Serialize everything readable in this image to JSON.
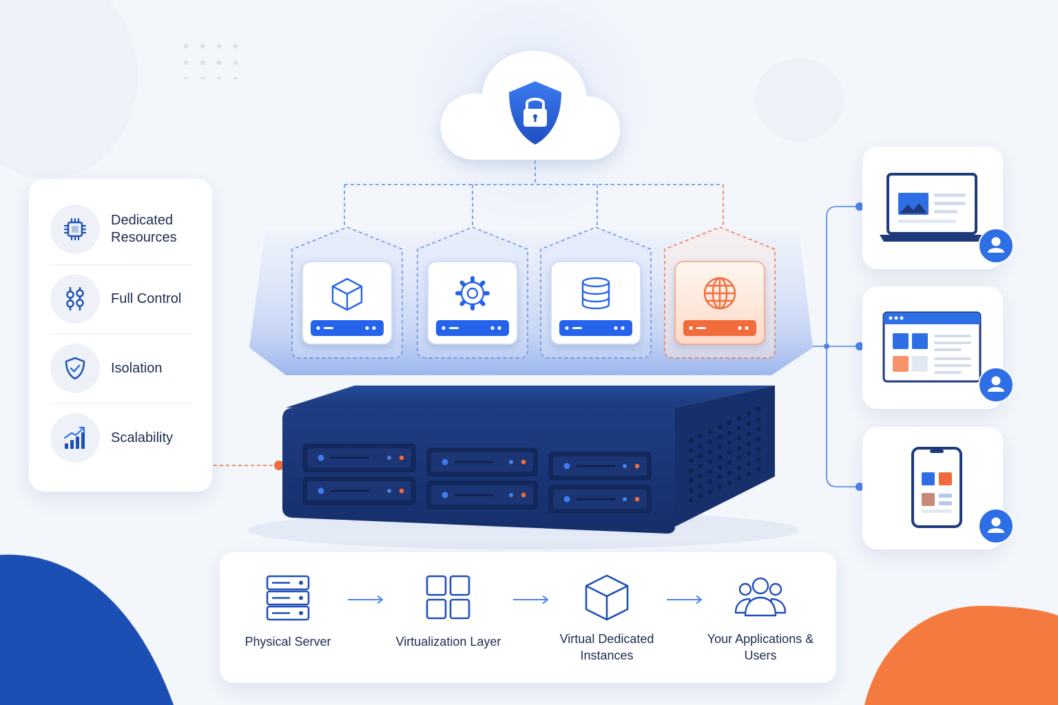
{
  "features": [
    {
      "label": "Dedicated Resources",
      "icon": "cpu-chip-icon"
    },
    {
      "label": "Full Control",
      "icon": "sliders-icon"
    },
    {
      "label": "Isolation",
      "icon": "shield-check-icon"
    },
    {
      "label": "Scalability",
      "icon": "bar-chart-growth-icon"
    }
  ],
  "flow": [
    {
      "label": "Physical Server",
      "icon": "server-stack-icon"
    },
    {
      "label": "Virtualization Layer",
      "icon": "grid-squares-icon"
    },
    {
      "label": "Virtual Dedicated Instances",
      "icon": "cube-icon"
    },
    {
      "label": "Your Applications & Users",
      "icon": "users-group-icon"
    }
  ],
  "instances": [
    {
      "icon": "cube-icon",
      "accent": "#2563eb"
    },
    {
      "icon": "gear-icon",
      "accent": "#2563eb"
    },
    {
      "icon": "database-icon",
      "accent": "#2563eb"
    },
    {
      "icon": "globe-icon",
      "accent": "#f26b3a"
    }
  ],
  "devices": [
    {
      "icon": "laptop-icon"
    },
    {
      "icon": "browser-window-icon"
    },
    {
      "icon": "smartphone-icon"
    }
  ],
  "cloud": {
    "icon": "shield-lock-icon"
  },
  "colors": {
    "primary_blue": "#2563eb",
    "navy": "#1e3a7b",
    "accent_orange": "#f26b3a",
    "background": "#f3f6fb"
  }
}
